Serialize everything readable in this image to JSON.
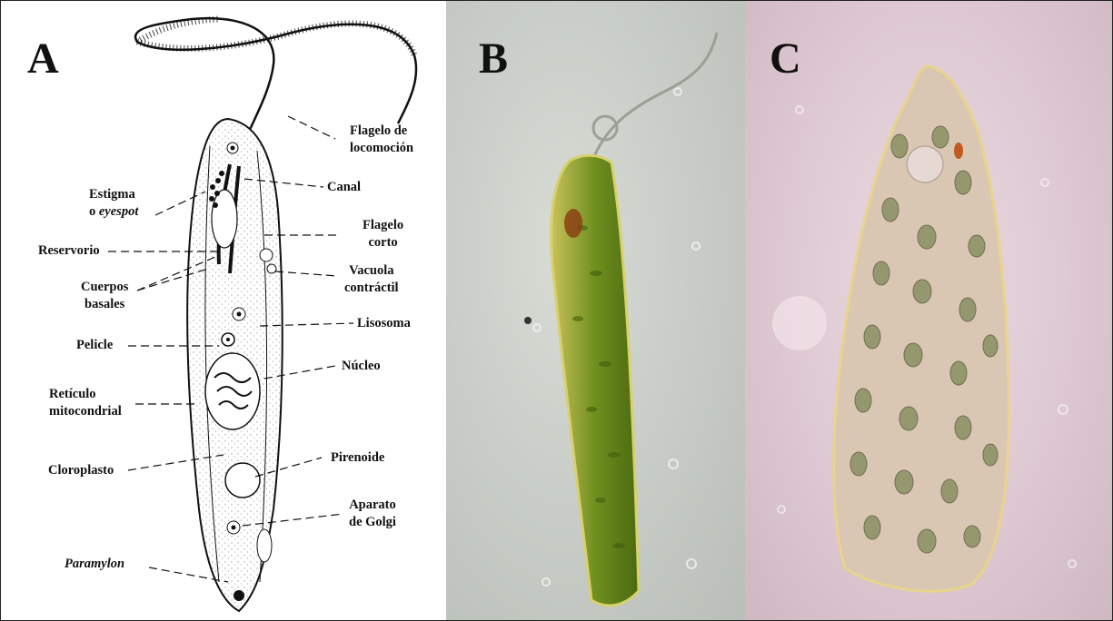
{
  "panels": {
    "a": {
      "letter": "A"
    },
    "b": {
      "letter": "B"
    },
    "c": {
      "letter": "C"
    }
  },
  "labels": {
    "flagelo_locomocion": [
      "Flagelo de",
      "locomoción"
    ],
    "canal": "Canal",
    "estigma": [
      "Estigma",
      "o",
      "eyespot"
    ],
    "flagelo_corto": [
      "Flagelo",
      "corto"
    ],
    "reservorio": "Reservorio",
    "vacuola": [
      "Vacuola",
      "contráctil"
    ],
    "cuerpos_basales": [
      "Cuerpos",
      "basales"
    ],
    "lisosoma": "Lisosoma",
    "pelicle": "Pelicle",
    "nucleo": "Núcleo",
    "reticulo": [
      "Retículo",
      "mitocondrial"
    ],
    "cloroplasto": "Cloroplasto",
    "pirenoide": "Pirenoide",
    "golgi": [
      "Aparato",
      "de Golgi"
    ],
    "paramylon": "Paramylon"
  },
  "colors": {
    "ink": "#111111",
    "micrograph_b_background": "#c9cec8",
    "euglena_b_green": "#6f8f1f",
    "micrograph_c_background": "#dec9d2",
    "chloroplast_c_green": "#8a8f62"
  }
}
